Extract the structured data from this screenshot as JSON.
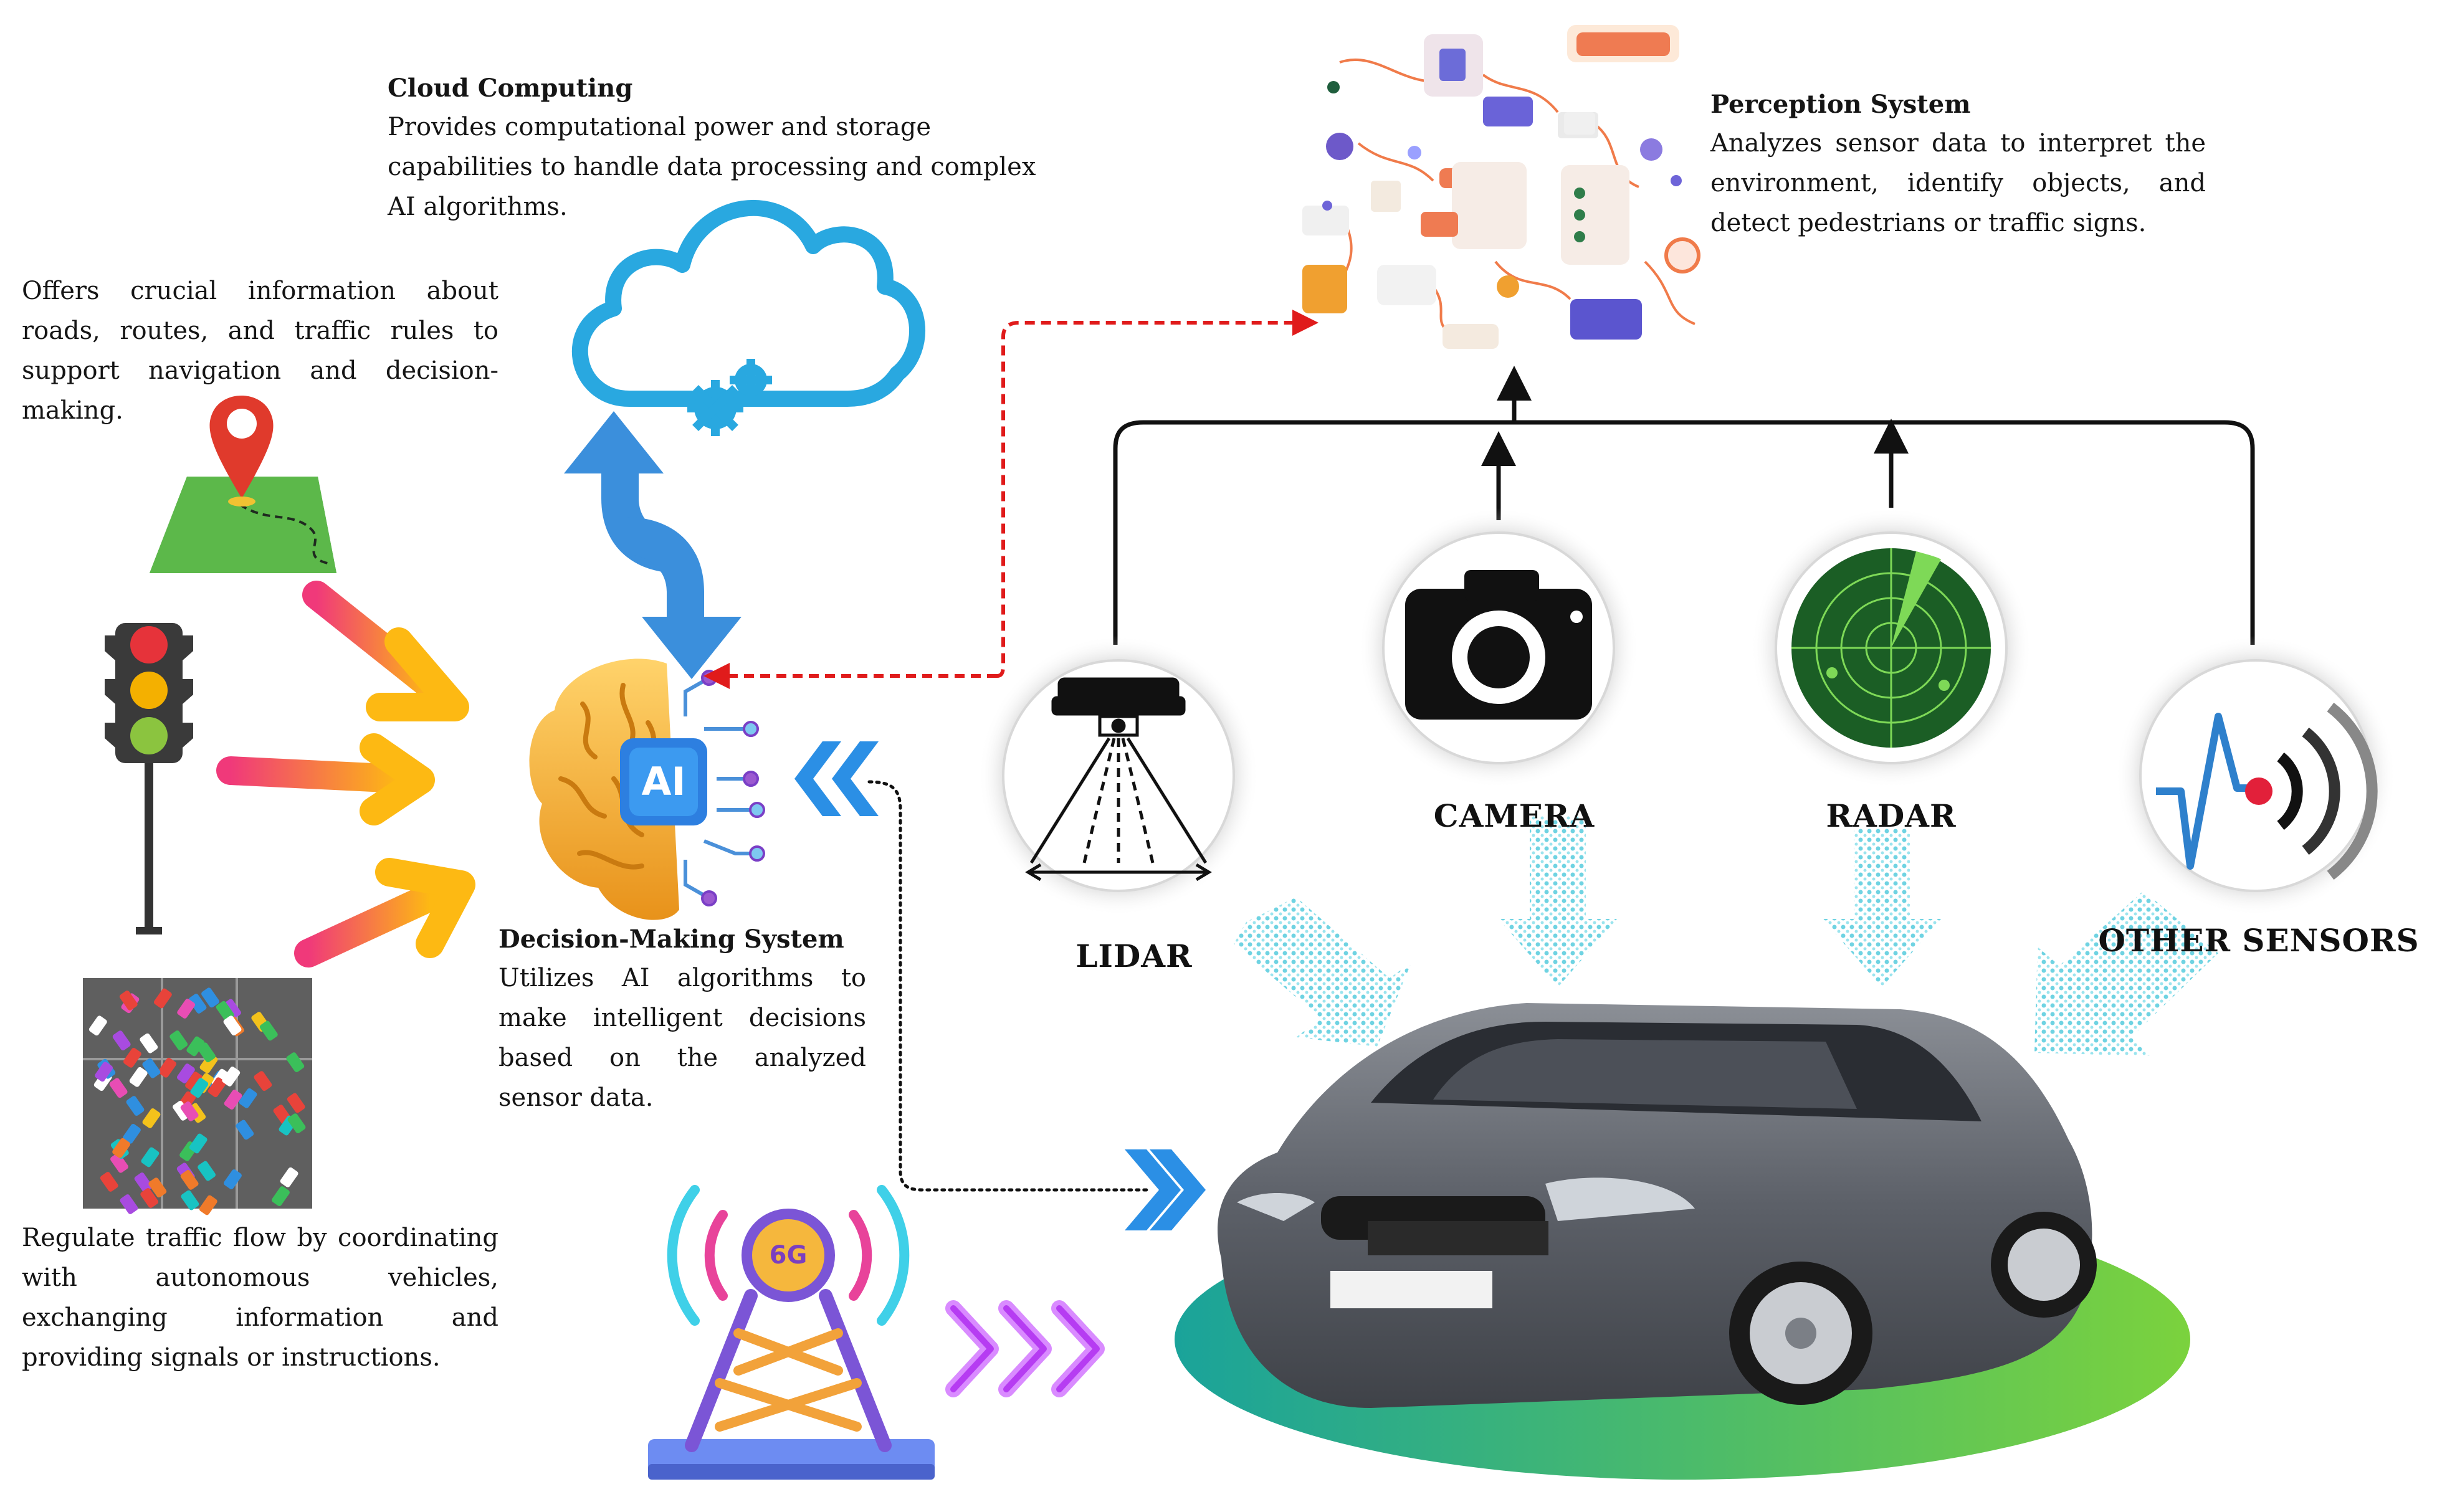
{
  "cloud": {
    "title": "Cloud Computing",
    "desc": "Provides computational power and storage capabilities to handle data processing and complex AI algorithms."
  },
  "perception": {
    "title": "Perception System",
    "desc": "Analyzes sensor data to interpret the environment, identify objects, and detect pedestrians or traffic signs."
  },
  "maps": {
    "desc": "Offers crucial information about roads, routes, and traffic rules to support navigation and decision-making."
  },
  "decision": {
    "title": "Decision-Making System",
    "desc": "Utilizes AI algorithms to make intelligent decisions based on the analyzed sensor data.",
    "chip_label": "AI"
  },
  "traffic": {
    "desc": "Regulate traffic flow by coordinating with autonomous vehicles, exchanging information and providing signals or instructions."
  },
  "tower": {
    "badge": "6G"
  },
  "sensors": {
    "lidar": "LIDAR",
    "camera": "CAMERA",
    "radar": "RADAR",
    "other": "OTHER SENSORS"
  },
  "colors": {
    "cloud_stroke": "#29a8e0",
    "sync_arrow": "#3b8fdc",
    "red_dashed": "#e01b1b",
    "input_arrow_start": "#f0397a",
    "input_arrow_end": "#fdb913",
    "car_ellipse_start": "#1aa39a",
    "car_ellipse_end": "#7bd23d",
    "tower_signal": "#e8439a",
    "chevron_purple": "#b63cf2",
    "sensor_dots": "#6fd3e2"
  }
}
